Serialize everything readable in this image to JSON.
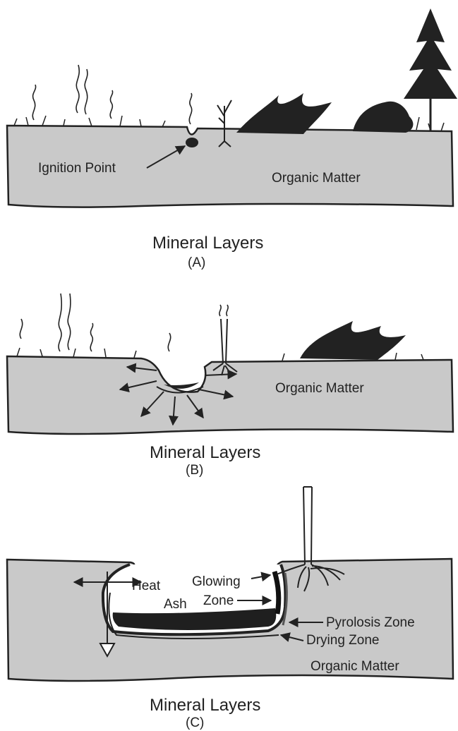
{
  "panels": [
    {
      "labels": {
        "ignition_point": "Ignition Point",
        "organic_matter": "Organic Matter"
      },
      "title": "Mineral Layers",
      "sublabel": "(A)"
    },
    {
      "labels": {
        "organic_matter": "Organic Matter"
      },
      "title": "Mineral Layers",
      "sublabel": "(B)"
    },
    {
      "labels": {
        "heat": "Heat",
        "glowing_zone_1": "Glowing",
        "glowing_zone_2": "Zone",
        "ash": "Ash",
        "pyrolosis_zone": "Pyrolosis Zone",
        "drying_zone": "Drying Zone",
        "organic_matter": "Organic Matter"
      },
      "title": "Mineral Layers",
      "sublabel": "(C)"
    }
  ],
  "colors": {
    "soil": "#c9c9c9",
    "ink": "#222222",
    "ash": "#1f1f1f",
    "background": "#ffffff"
  }
}
